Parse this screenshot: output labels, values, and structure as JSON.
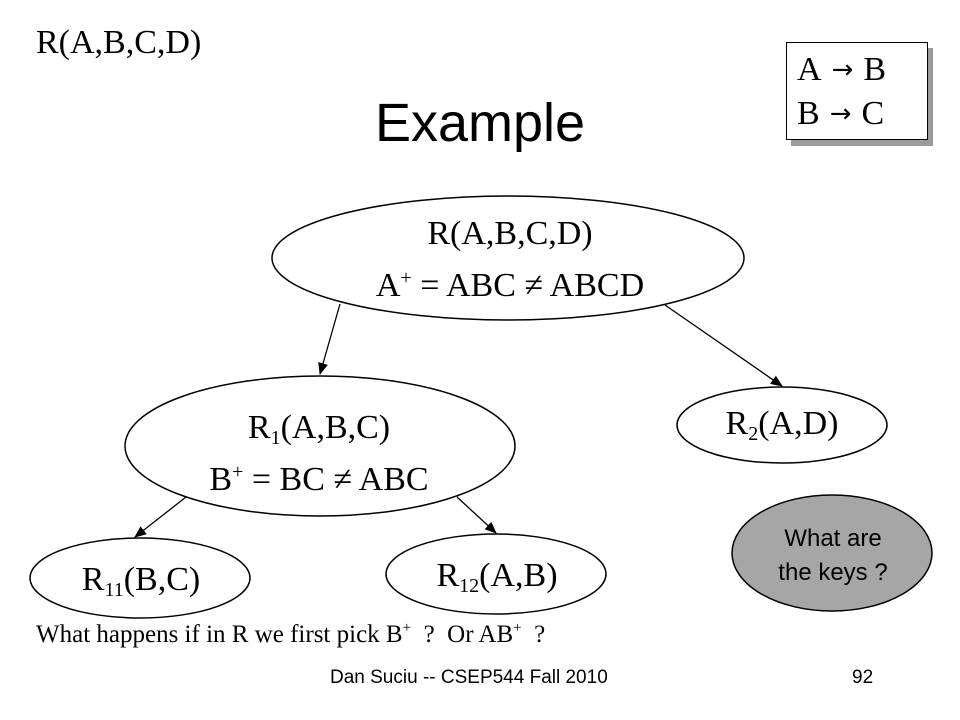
{
  "corner_relation": "R(A,B,C,D)",
  "title": "Example",
  "functional_dependencies": [
    {
      "lhs": "A",
      "arrow": "→",
      "rhs": "B"
    },
    {
      "lhs": "B",
      "arrow": "→",
      "rhs": "C"
    }
  ],
  "tree": {
    "root": {
      "name": "R(A,B,C,D)",
      "closure_base": "A",
      "closure_sup": "+",
      "closure_rest": " = ABC ≠ ABCD"
    },
    "r1": {
      "base": "R",
      "sub": "1",
      "attrs": "(A,B,C)",
      "closure_base": "B",
      "closure_sup": "+",
      "closure_rest": " = BC ≠ ABC"
    },
    "r2": {
      "base": "R",
      "sub": "2",
      "attrs": "(A,D)"
    },
    "r11": {
      "base": "R",
      "sub": "11",
      "attrs": "(B,C)"
    },
    "r12": {
      "base": "R",
      "sub": "12",
      "attrs": "(A,B)"
    }
  },
  "keys_question": {
    "line1": "What are",
    "line2": "the keys ?"
  },
  "question": {
    "part1": "What happens if in R we first pick B",
    "sup1": "+",
    "part2": "  ?  Or AB",
    "sup2": "+",
    "part3": "  ?"
  },
  "footer": "Dan Suciu -- CSEP544 Fall 2010",
  "page_number": "92",
  "colors": {
    "keys_bubble_fill": "#a6a6a6",
    "shadow": "#9a9a9a"
  }
}
